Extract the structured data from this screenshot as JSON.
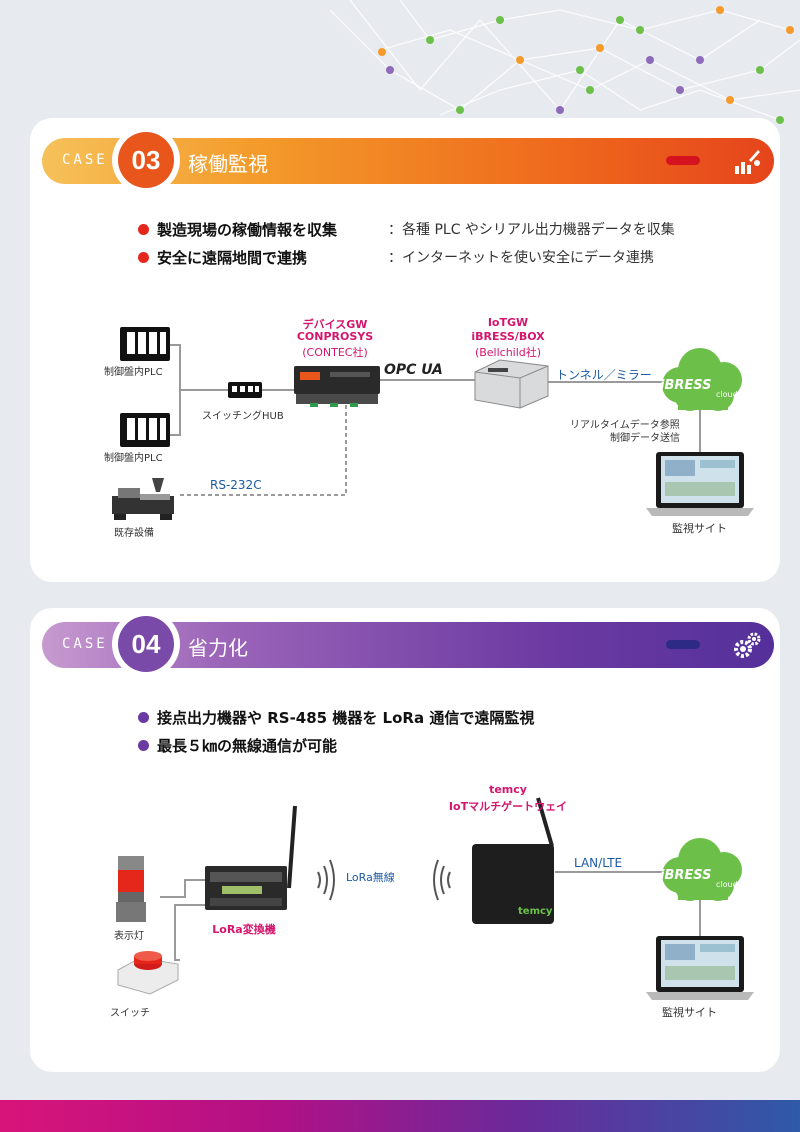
{
  "case3": {
    "case_word": "CASE",
    "number": "03",
    "title": "稼働監視",
    "bullets": [
      {
        "strong": "製造現場の稼働情報を収集",
        "desc": "：各種 PLC やシリアル出力機器データを収集"
      },
      {
        "strong": "安全に遠隔地間で連携",
        "desc": "：インターネットを使い安全にデータ連携"
      }
    ],
    "diagram": {
      "plc1": "制御盤内PLC",
      "plc2": "制御盤内PLC",
      "hub": "スイッチングHUB",
      "legacy": "既存設備",
      "rs232": "RS-232C",
      "device_gw_title": "デバイスGW",
      "device_gw_name": "CONPROSYS",
      "device_gw_maker": "(CONTEC社)",
      "opc": "OPC UA",
      "iotgw_title": "IoTGW",
      "iotgw_name": "iBRESS/BOX",
      "iotgw_maker": "(Bellchild社)",
      "tunnel": "トンネル／ミラー",
      "cloud": "iBRESS",
      "cloud_sub": "cloud",
      "realtime1": "リアルタイムデータ参照",
      "realtime2": "制御データ送信",
      "monitor": "監視サイト"
    }
  },
  "case4": {
    "case_word": "CASE",
    "number": "04",
    "title": "省力化",
    "bullets": [
      {
        "strong": "接点出力機器や RS-485 機器を LoRa 通信で遠隔監視"
      },
      {
        "strong": "最長５㎞の無線通信が可能"
      }
    ],
    "diagram": {
      "lamp": "表示灯",
      "switch": "スイッチ",
      "lora_conv": "LoRa変換機",
      "lora_wireless": "LoRa無線",
      "temcy_title": "temcy",
      "temcy_name": "IoTマルチゲートウェイ",
      "temcy_logo": "temcy",
      "lan": "LAN/LTE",
      "cloud": "iBRESS",
      "cloud_sub": "cloud",
      "monitor": "監視サイト"
    }
  },
  "colors": {
    "case3_accent": "#e8561c",
    "case4_accent": "#7a4aa8",
    "pink_label": "#d4156d",
    "cloud_green": "#6cc04a",
    "blue_label": "#1b5aa6"
  }
}
